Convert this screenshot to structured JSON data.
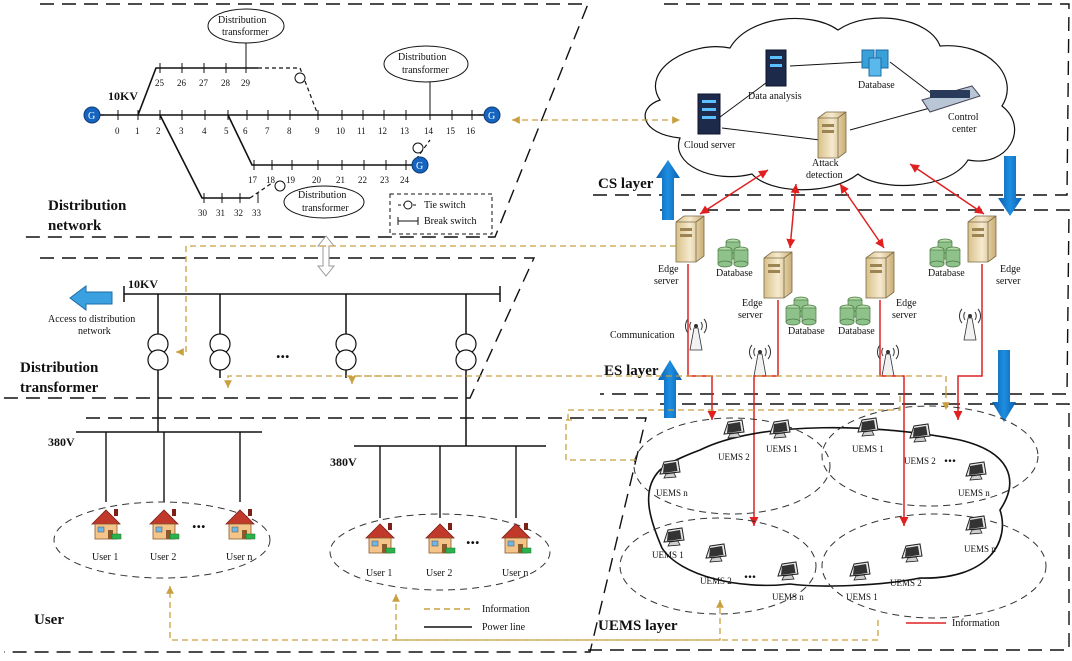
{
  "layers": {
    "distribution_network": "Distribution network",
    "distribution_transformer": "Distribution transformer",
    "user": "User",
    "cs": "CS layer",
    "es": "ES layer",
    "uems": "UEMS layer"
  },
  "voltage": {
    "kv10_top": "10KV",
    "kv10_mid": "10KV",
    "v380_left": "380V",
    "v380_right": "380V"
  },
  "network": {
    "node_main": [
      "0",
      "1",
      "2",
      "3",
      "4",
      "5",
      "6",
      "7",
      "8",
      "9",
      "10",
      "11",
      "12",
      "13",
      "14",
      "15",
      "16"
    ],
    "node_top": [
      "25",
      "26",
      "27",
      "28",
      "29"
    ],
    "node_mid": [
      "17",
      "18",
      "19",
      "20",
      "21",
      "22",
      "23",
      "24"
    ],
    "node_bot": [
      "30",
      "31",
      "32",
      "33"
    ],
    "dt_label_1": "Distribution transformer",
    "dt_label_2": "Distribution transformer",
    "dt_label_3": "Distribution transformer",
    "generator": "G"
  },
  "legend_switch": {
    "tie": "Tie switch",
    "break": "Break switch"
  },
  "cloud": {
    "cloud_server": "Cloud server",
    "data_analysis": "Data analysis",
    "database": "Database",
    "control_center": "Control center",
    "attack_detection": "Attack detection"
  },
  "edge": {
    "edge_server": "Edge server",
    "database": "Database",
    "communication": "Communication"
  },
  "access_label": "Access to distribution network",
  "dots": "...",
  "users": {
    "left": [
      "User 1",
      "User 2",
      "User n"
    ],
    "right": [
      "User 1",
      "User 2",
      "User n"
    ]
  },
  "uems": {
    "uems1": "UEMS 1",
    "uems2": "UEMS 2",
    "uemsn": "UEMS n"
  },
  "legend_bottom": {
    "information": "Information",
    "power_line": "Power line"
  },
  "legend_red": {
    "information": "Information"
  },
  "colors": {
    "info_dashed": "#c8a040",
    "info_red": "#e02020",
    "arrow_blue": "#0b6fc0",
    "house_roof": "#c0392b",
    "house_wall": "#f3c58a",
    "server": "#e8d4a8",
    "database_green": "#8fc28a",
    "db_blue": "#3aa0d8"
  }
}
